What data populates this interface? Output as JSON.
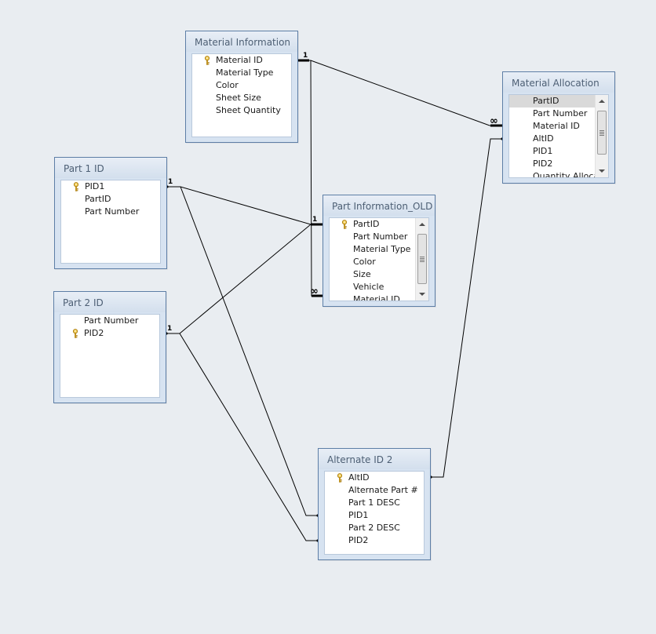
{
  "tables": {
    "material_information": {
      "title": "Material Information",
      "fields": [
        "Material ID",
        "Material Type",
        "Color",
        "Sheet Size",
        "Sheet Quantity"
      ],
      "key_fields": [
        "Material ID"
      ]
    },
    "material_allocation": {
      "title": "Material Allocation",
      "fields": [
        "PartID",
        "Part Number",
        "Material ID",
        "AltID",
        "PID1",
        "PID2",
        "Quantity Allocat"
      ],
      "key_fields": [],
      "selected_field": "PartID"
    },
    "part1_id": {
      "title": "Part 1 ID",
      "fields": [
        "PID1",
        "PartID",
        "Part Number"
      ],
      "key_fields": [
        "PID1"
      ]
    },
    "part_information_old": {
      "title": "Part Information_OLD",
      "fields": [
        "PartID",
        "Part Number",
        "Material Type",
        "Color",
        "Size",
        "Vehicle",
        "Material ID"
      ],
      "key_fields": [
        "PartID"
      ]
    },
    "part2_id": {
      "title": "Part 2 ID",
      "fields": [
        "Part Number",
        "PID2"
      ],
      "key_fields": [
        "PID2"
      ]
    },
    "alternate_id2": {
      "title": "Alternate ID 2",
      "fields": [
        "AltID",
        "Alternate Part #",
        "Part 1 DESC",
        "PID1",
        "Part 2 DESC",
        "PID2"
      ],
      "key_fields": [
        "AltID"
      ]
    }
  },
  "relationships": {
    "one_label": "1",
    "many_symbol": "∞"
  },
  "icons": {
    "key": "primary-key-icon",
    "scroll_up": "scroll-up-arrow-icon",
    "scroll_down": "scroll-down-arrow-icon"
  },
  "colors": {
    "canvas": "#e9edf1",
    "table_border": "#5d7ea6",
    "table_bg": "#d7e3f1",
    "title_text": "#4d5f74",
    "key_gold": "#d4a72c",
    "line": "#000000"
  }
}
